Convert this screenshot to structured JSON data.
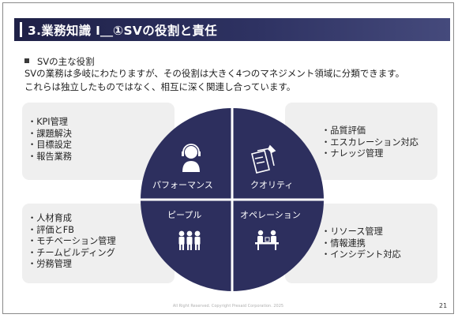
{
  "header": {
    "title": "3.業務知識 Ⅰ＿①SVの役割と責任"
  },
  "section": {
    "heading": "SVの主な役割",
    "lines": [
      "SVの業務は多岐にわたりますが、その役割は大きく4つのマネジメント領域に分類できます。",
      "これらは独立したものではなく、相互に深く関連し合っています。"
    ]
  },
  "quadrants": {
    "performance": {
      "label": "パフォーマンス",
      "icon": "headset-person-icon",
      "items": [
        "KPI管理",
        "課題解決",
        "目標設定",
        "報告業務"
      ]
    },
    "quality": {
      "label": "クオリティ",
      "icon": "documents-pin-icon",
      "items": [
        "品質評価",
        "エスカレーション対応",
        "ナレッジ管理"
      ]
    },
    "people": {
      "label": "ピープル",
      "icon": "three-people-icon",
      "items": [
        "人材育成",
        "評価とFB",
        "モチベーション管理",
        "チームビルディング",
        "労務管理"
      ]
    },
    "operation": {
      "label": "オペレーション",
      "icon": "meeting-desk-icon",
      "items": [
        "リソース管理",
        "情報連携",
        "インシデント対応"
      ]
    }
  },
  "colors": {
    "navy": "#2d2f5e",
    "box_bg": "#efefef",
    "title_bar": "#252955"
  },
  "footer": {
    "copyright": "All Right Reserved. Copyright Presaid Corporation. 2025",
    "page": "21"
  }
}
